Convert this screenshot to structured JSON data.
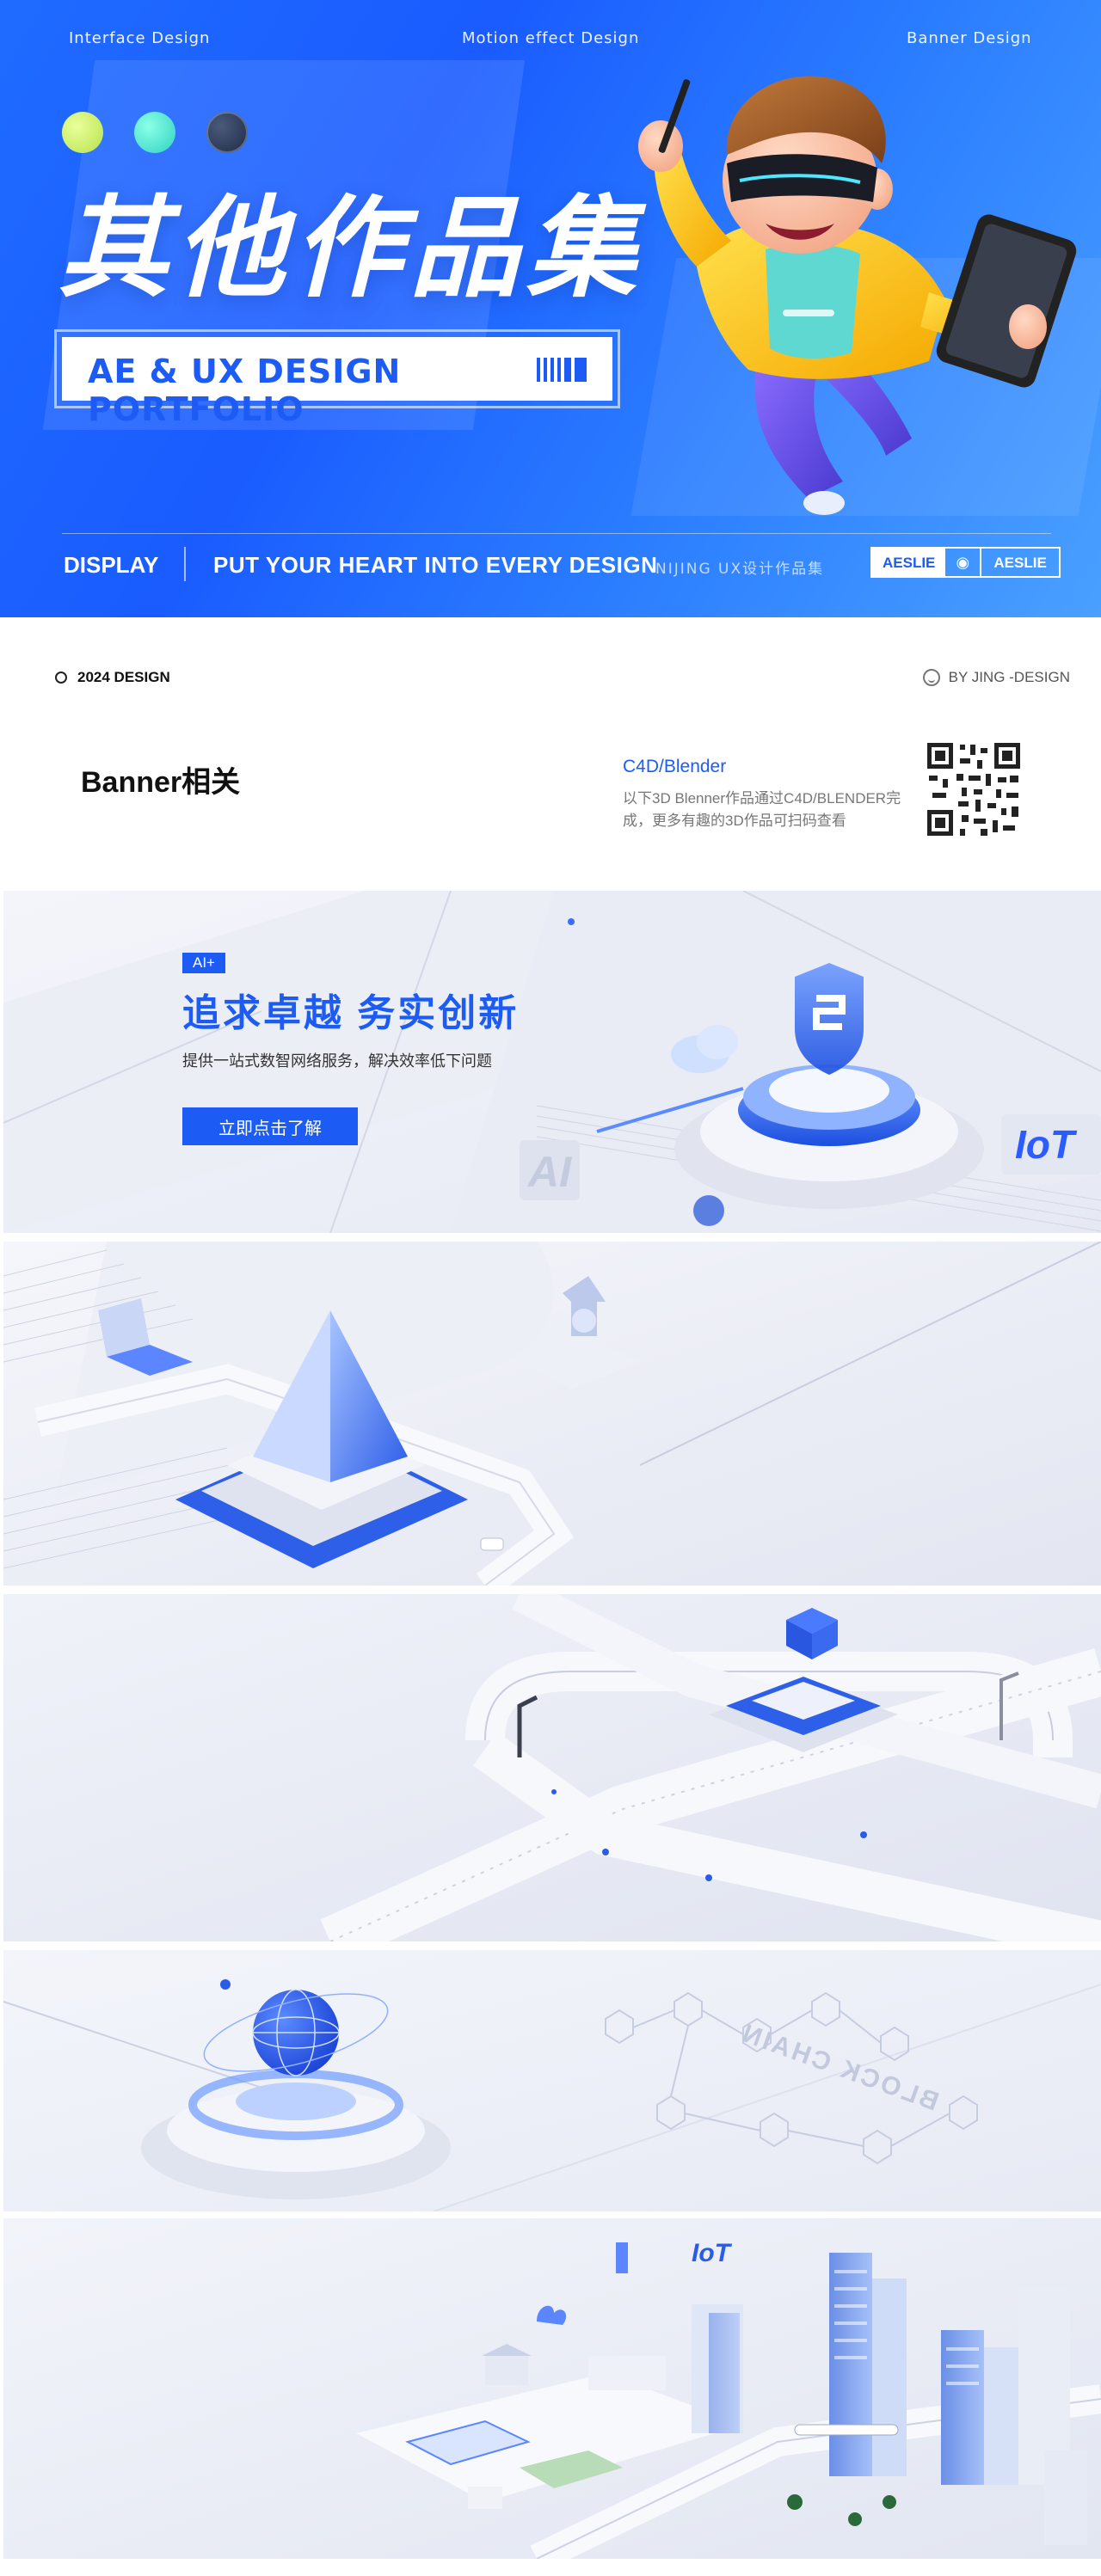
{
  "hero": {
    "nav": {
      "left": "Interface Design",
      "center": "Motion effect Design",
      "right": "Banner Design"
    },
    "title": "其他作品集",
    "portfolio_label": "AE & UX DESIGN PORTFOLIO",
    "bottom": {
      "display": "DISPLAY",
      "slogan": "PUT YOUR HEART INTO EVERY DESIGN",
      "sub": "NIJING UX设计作品集",
      "badge_left": "AESLIE",
      "badge_right": "AESLIE"
    },
    "colors": {
      "primary": "#1c5cf5",
      "dot1": "#b6e34a",
      "dot2": "#2ed3c2",
      "dot3": "#1d2a45"
    }
  },
  "info": {
    "year": "2024 DESIGN",
    "by": "BY JING -DESIGN",
    "heading": "Banner相关",
    "tool": "C4D/Blender",
    "desc": "以下3D Blenner作品通过C4D/BLENDER完成，更多有趣的3D作品可扫码查看"
  },
  "banner1": {
    "tag": "AI+",
    "title": "追求卓越  务实创新",
    "subtitle": "提供一站式数智网络服务，解决效率低下问题",
    "button": "立即点击了解",
    "ai_letters": "AI",
    "iot_letters": "IoT"
  },
  "banner4": {
    "block_chain": "BLOCK CHAIN"
  },
  "banner5": {
    "iot_label": "IoT"
  }
}
